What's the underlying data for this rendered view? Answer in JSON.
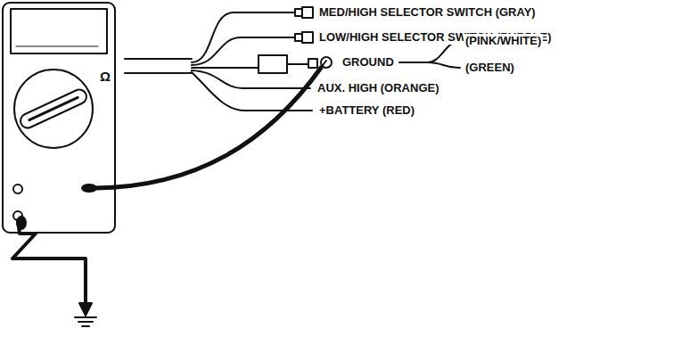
{
  "diagram": {
    "labels": [
      "MED/HIGH SELECTOR SWITCH (GRAY)",
      "LOW/HIGH SELECTOR SWITCH (PURPLE)",
      "GROUND",
      "(PINK/WHITE)",
      "(GREEN)",
      "AUX. HIGH (ORANGE)",
      "+BATTERY (RED)",
      "Ω"
    ]
  }
}
